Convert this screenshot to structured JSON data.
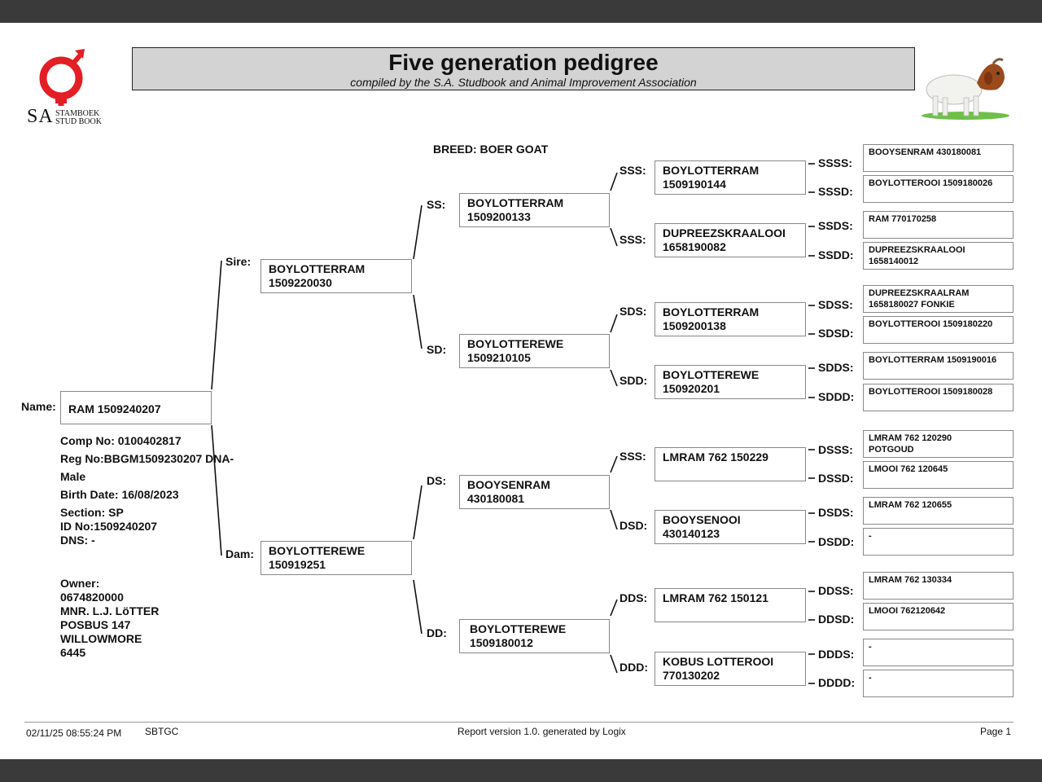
{
  "header": {
    "title": "Five generation pedigree",
    "subtitle": "compiled by the S.A. Studbook and Animal Improvement Association"
  },
  "logo": {
    "sa": "SA",
    "line1": "STAMBOEK",
    "line2": "STUD BOOK"
  },
  "breed": "BREED: BOER GOAT",
  "animal": {
    "name_label": "Name:",
    "name": "RAM 1509240207",
    "comp_no": "Comp No: 0100402817",
    "reg_no": "Reg No:BBGM1509230207 DNA-",
    "sex": "Male",
    "birth_date": "Birth Date: 16/08/2023",
    "section": "Section: SP",
    "id_no": "ID No:1509240207",
    "dns": "DNS: -"
  },
  "owner": {
    "label": "Owner:",
    "phone": "0674820000",
    "name": "MNR. L.J. LöTTER",
    "address1": "POSBUS 147",
    "address2": "WILLOWMORE",
    "postcode": "6445"
  },
  "gen1": {
    "sire": {
      "label": "Sire:",
      "text": "BOYLOTTERRAM\n1509220030"
    },
    "dam": {
      "label": "Dam:",
      "text": "BOYLOTTEREWE\n150919251"
    }
  },
  "gen2": {
    "ss": {
      "label": "SS:",
      "text": "BOYLOTTERRAM\n1509200133"
    },
    "sd": {
      "label": "SD:",
      "text": "BOYLOTTEREWE\n1509210105"
    },
    "ds": {
      "label": "DS:",
      "text": "BOOYSENRAM\n430180081"
    },
    "dd": {
      "label": "DD:",
      "text": "BOYLOTTEREWE\n1509180012"
    }
  },
  "gen3": {
    "sss": {
      "label": "SSS:",
      "text": "BOYLOTTERRAM\n1509190144"
    },
    "ssd": {
      "label": "SSS:",
      "text": "DUPREEZSKRAALOOI\n1658190082"
    },
    "sds": {
      "label": "SDS:",
      "text": "BOYLOTTERRAM\n1509200138"
    },
    "sdd": {
      "label": "SDD:",
      "text": "BOYLOTTEREWE\n150920201"
    },
    "dss": {
      "label": "SSS:",
      "text": "LMRAM 762 150229"
    },
    "dsd": {
      "label": "DSD:",
      "text": "BOOYSENOOI\n430140123"
    },
    "dds": {
      "label": "DDS:",
      "text": "LMRAM 762 150121"
    },
    "ddd": {
      "label": "DDD:",
      "text": "KOBUS LOTTEROOI\n770130202"
    }
  },
  "gen4": [
    {
      "label": "SSSS:",
      "text": "BOOYSENRAM 430180081"
    },
    {
      "label": "SSSD:",
      "text": "BOYLOTTEROOI 1509180026"
    },
    {
      "label": "SSDS:",
      "text": "RAM 770170258"
    },
    {
      "label": "SSDD:",
      "text": "DUPREEZSKRAALOOI\n1658140012"
    },
    {
      "label": "SDSS:",
      "text": "DUPREEZSKRAALRAM\n1658180027 FONKIE"
    },
    {
      "label": "SDSD:",
      "text": "BOYLOTTEROOI 1509180220"
    },
    {
      "label": "SDDS:",
      "text": "BOYLOTTERRAM 1509190016"
    },
    {
      "label": "SDDD:",
      "text": "BOYLOTTEROOI 1509180028"
    },
    {
      "label": "DSSS:",
      "text": "LMRAM 762 120290\nPOTGOUD"
    },
    {
      "label": "DSSD:",
      "text": "LMOOI 762 120645"
    },
    {
      "label": "DSDS:",
      "text": "LMRAM 762 120655"
    },
    {
      "label": "DSDD:",
      "text": "-"
    },
    {
      "label": "DDSS:",
      "text": "LMRAM 762 130334"
    },
    {
      "label": "DDSD:",
      "text": "LMOOI 762120642"
    },
    {
      "label": "DDDS:",
      "text": "-"
    },
    {
      "label": "DDDD:",
      "text": "-"
    }
  ],
  "footer": {
    "datetime": "02/11/25 08:55:24 PM",
    "code": "SBTGC",
    "report": "Report version 1.0. generated by Logix",
    "page": "Page 1"
  },
  "colors": {
    "header_bg": "#d3d3d3",
    "logo_red": "#e31e24",
    "frame": "#3a3a3a"
  }
}
